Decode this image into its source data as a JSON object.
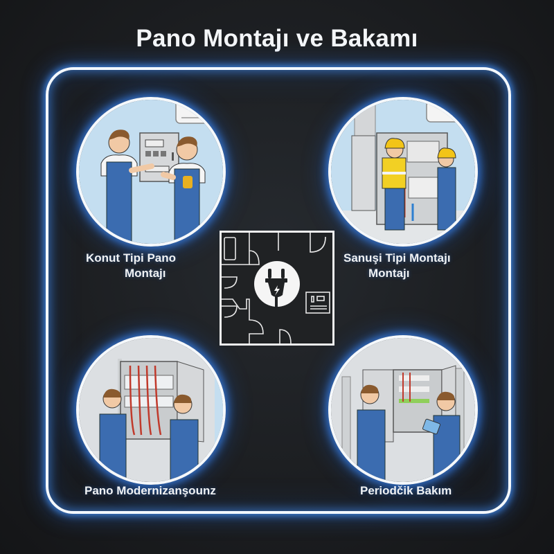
{
  "title": "Pano Montajı ve Bakamı",
  "colors": {
    "background": "#1c1e21",
    "frame_border": "#f3f8ff",
    "glow": "#4696ff",
    "sky": "#c4def0",
    "overalls": "#3b6cb0",
    "vest": "#f2d024",
    "helmet": "#f2c418"
  },
  "services": [
    {
      "id": "konut",
      "label_line1": "Konut Tipi Pano",
      "label_line2": "Montajı",
      "illustration": "two-workers-residential-panel"
    },
    {
      "id": "sanayi",
      "label_line1": "Sanuşi Tipi Montajı",
      "label_line2": "Montajı",
      "illustration": "workers-industrial-panel-hardhats"
    },
    {
      "id": "modernizasyon",
      "label_line1": "Pano Modernizanşounz",
      "illustration": "workers-rewiring-panel"
    },
    {
      "id": "periyodik",
      "label_line1": "Periodčik Bakım",
      "illustration": "workers-inspection-tablet"
    }
  ],
  "center": {
    "icon": "electric-plug-icon",
    "background": "floor-plan"
  }
}
